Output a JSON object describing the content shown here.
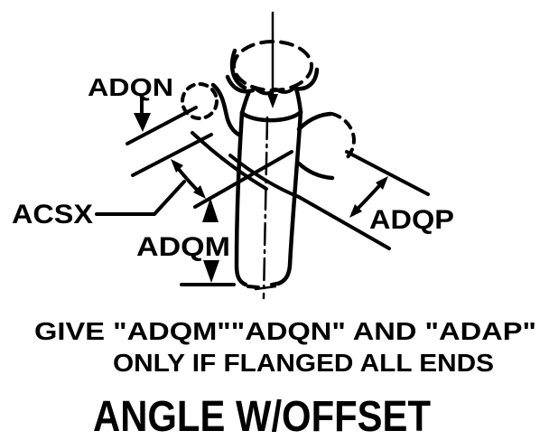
{
  "diagram": {
    "kind": "technical line drawing of a flanged tube fitting",
    "labels": {
      "adqn": "ADQN",
      "acsx": "ACSX",
      "adqm": "ADQM",
      "adqp": "ADQP"
    },
    "caption_line1": "GIVE \"ADQM\"\"ADQN\" AND \"ADAP\"",
    "caption_line2": "ONLY IF FLANGED ALL ENDS",
    "title": "ANGLE W/OFFSET",
    "colors": {
      "ink": "#000000",
      "background": "#ffffff"
    }
  }
}
